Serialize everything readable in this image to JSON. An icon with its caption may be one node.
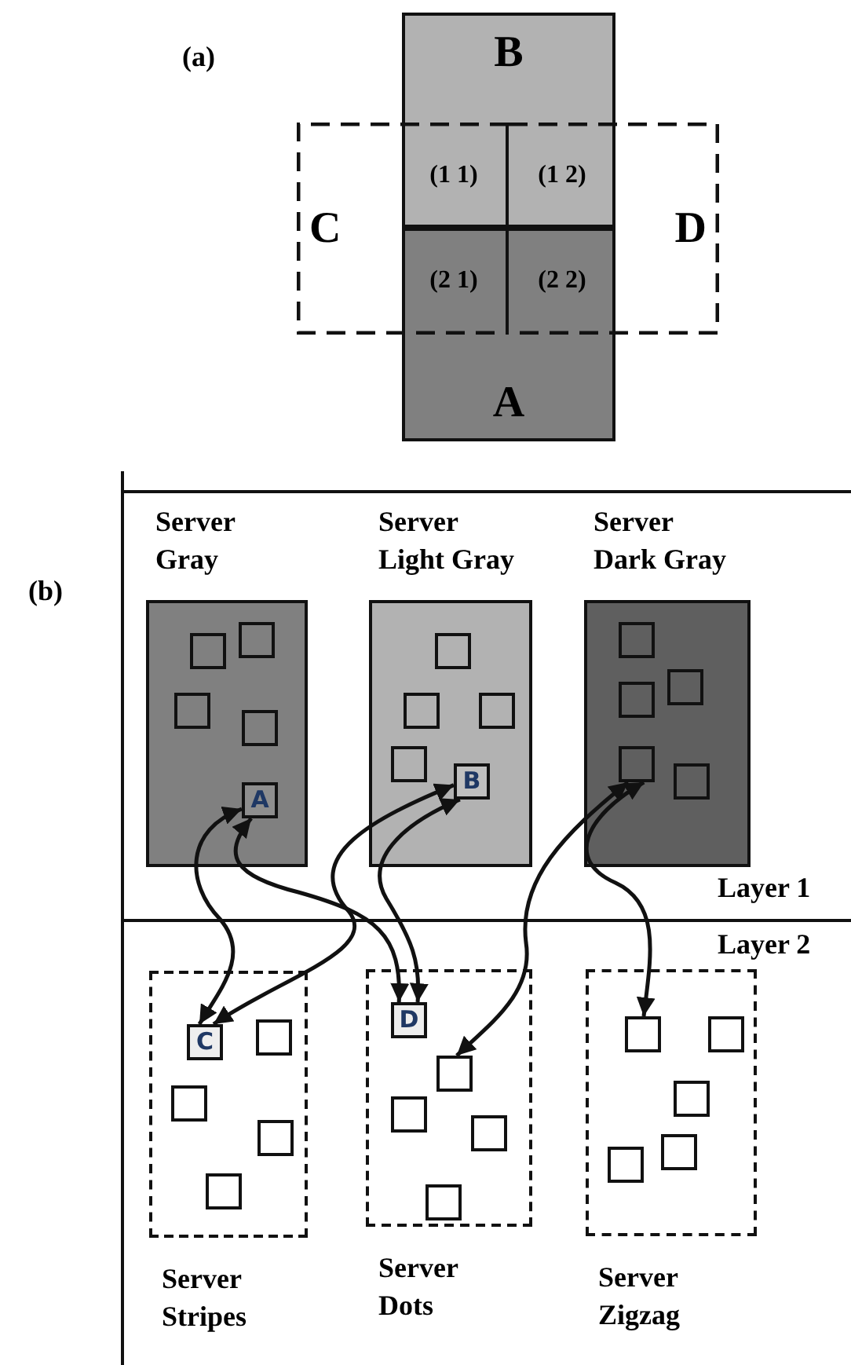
{
  "diagram": {
    "nodes": [
      {
        "text": [
          "B"
        ]
      },
      {
        "text": [
          "C"
        ]
      },
      {
        "text": [
          "(1 1)"
        ]
      },
      {
        "text": [
          "(1 2)"
        ]
      },
      {
        "text": [
          "D"
        ]
      },
      {
        "text": [
          "(2 1)"
        ]
      },
      {
        "text": [
          "(2 2)"
        ]
      },
      {
        "text": [
          "A"
        ]
      },
      {
        "text": [
          "Server Gray"
        ]
      },
      {
        "text": [],
        "shape": "box",
        "in": 8
      },
      {
        "text": [],
        "shape": "box",
        "in": 8
      },
      {
        "text": [],
        "shape": "box",
        "in": 8
      },
      {
        "text": [],
        "shape": "box",
        "in": 8
      },
      {
        "text": [
          "A"
        ],
        "in": 8
      },
      {
        "text": [
          "Server Light Gray"
        ]
      },
      {
        "text": [],
        "shape": "box",
        "in": 14
      },
      {
        "text": [],
        "shape": "box",
        "in": 14
      },
      {
        "text": [],
        "shape": "box",
        "in": 14
      },
      {
        "text": [],
        "shape": "box",
        "in": 14
      },
      {
        "text": [
          "B"
        ],
        "in": 14
      },
      {
        "text": [
          "Server Dark Gray"
        ]
      },
      {
        "text": [],
        "shape": "box",
        "in": 20
      },
      {
        "text": [],
        "shape": "box",
        "in": 20
      },
      {
        "text": [],
        "shape": "box",
        "in": 20
      },
      {
        "text": [],
        "shape": "box",
        "in": 20
      },
      {
        "text": [],
        "shape": "box",
        "in": 20
      },
      {
        "text": [
          "Server Stripes"
        ]
      },
      {
        "text": [
          "C"
        ],
        "in": 26
      },
      {
        "text": [],
        "shape": "box",
        "in": 26
      },
      {
        "text": [],
        "shape": "box",
        "in": 26
      },
      {
        "text": [],
        "shape": "box",
        "in": 26
      },
      {
        "text": [],
        "shape": "box",
        "in": 26
      },
      {
        "text": [
          "Server Dots"
        ]
      },
      {
        "text": [
          "D"
        ],
        "in": 32
      },
      {
        "text": [],
        "shape": "box",
        "in": 32
      },
      {
        "text": [],
        "shape": "box",
        "in": 32
      },
      {
        "text": [],
        "shape": "box",
        "in": 32
      },
      {
        "text": [],
        "shape": "box",
        "in": 32
      },
      {
        "text": [
          "Server Zigzag"
        ]
      },
      {
        "text": [],
        "shape": "box",
        "in": 38
      },
      {
        "text": [],
        "shape": "box",
        "in": 38
      },
      {
        "text": [],
        "shape": "box",
        "in": 38
      },
      {
        "text": [],
        "shape": "box",
        "in": 38
      },
      {
        "text": [],
        "shape": "box",
        "in": 38
      }
    ],
    "edges": [
      {
        "from": 13,
        "to": 27,
        "arrow": "both"
      },
      {
        "from": 13,
        "to": 33,
        "arrow": "both"
      },
      {
        "from": 19,
        "to": 27,
        "arrow": "both"
      },
      {
        "from": 19,
        "to": 33,
        "arrow": "both"
      },
      {
        "from": 24,
        "to": 34,
        "arrow": "both"
      },
      {
        "from": 24,
        "to": 39,
        "arrow": "both"
      }
    ],
    "labels": [
      "(a)",
      "(b)",
      "Layer 1",
      "Layer 2"
    ]
  }
}
